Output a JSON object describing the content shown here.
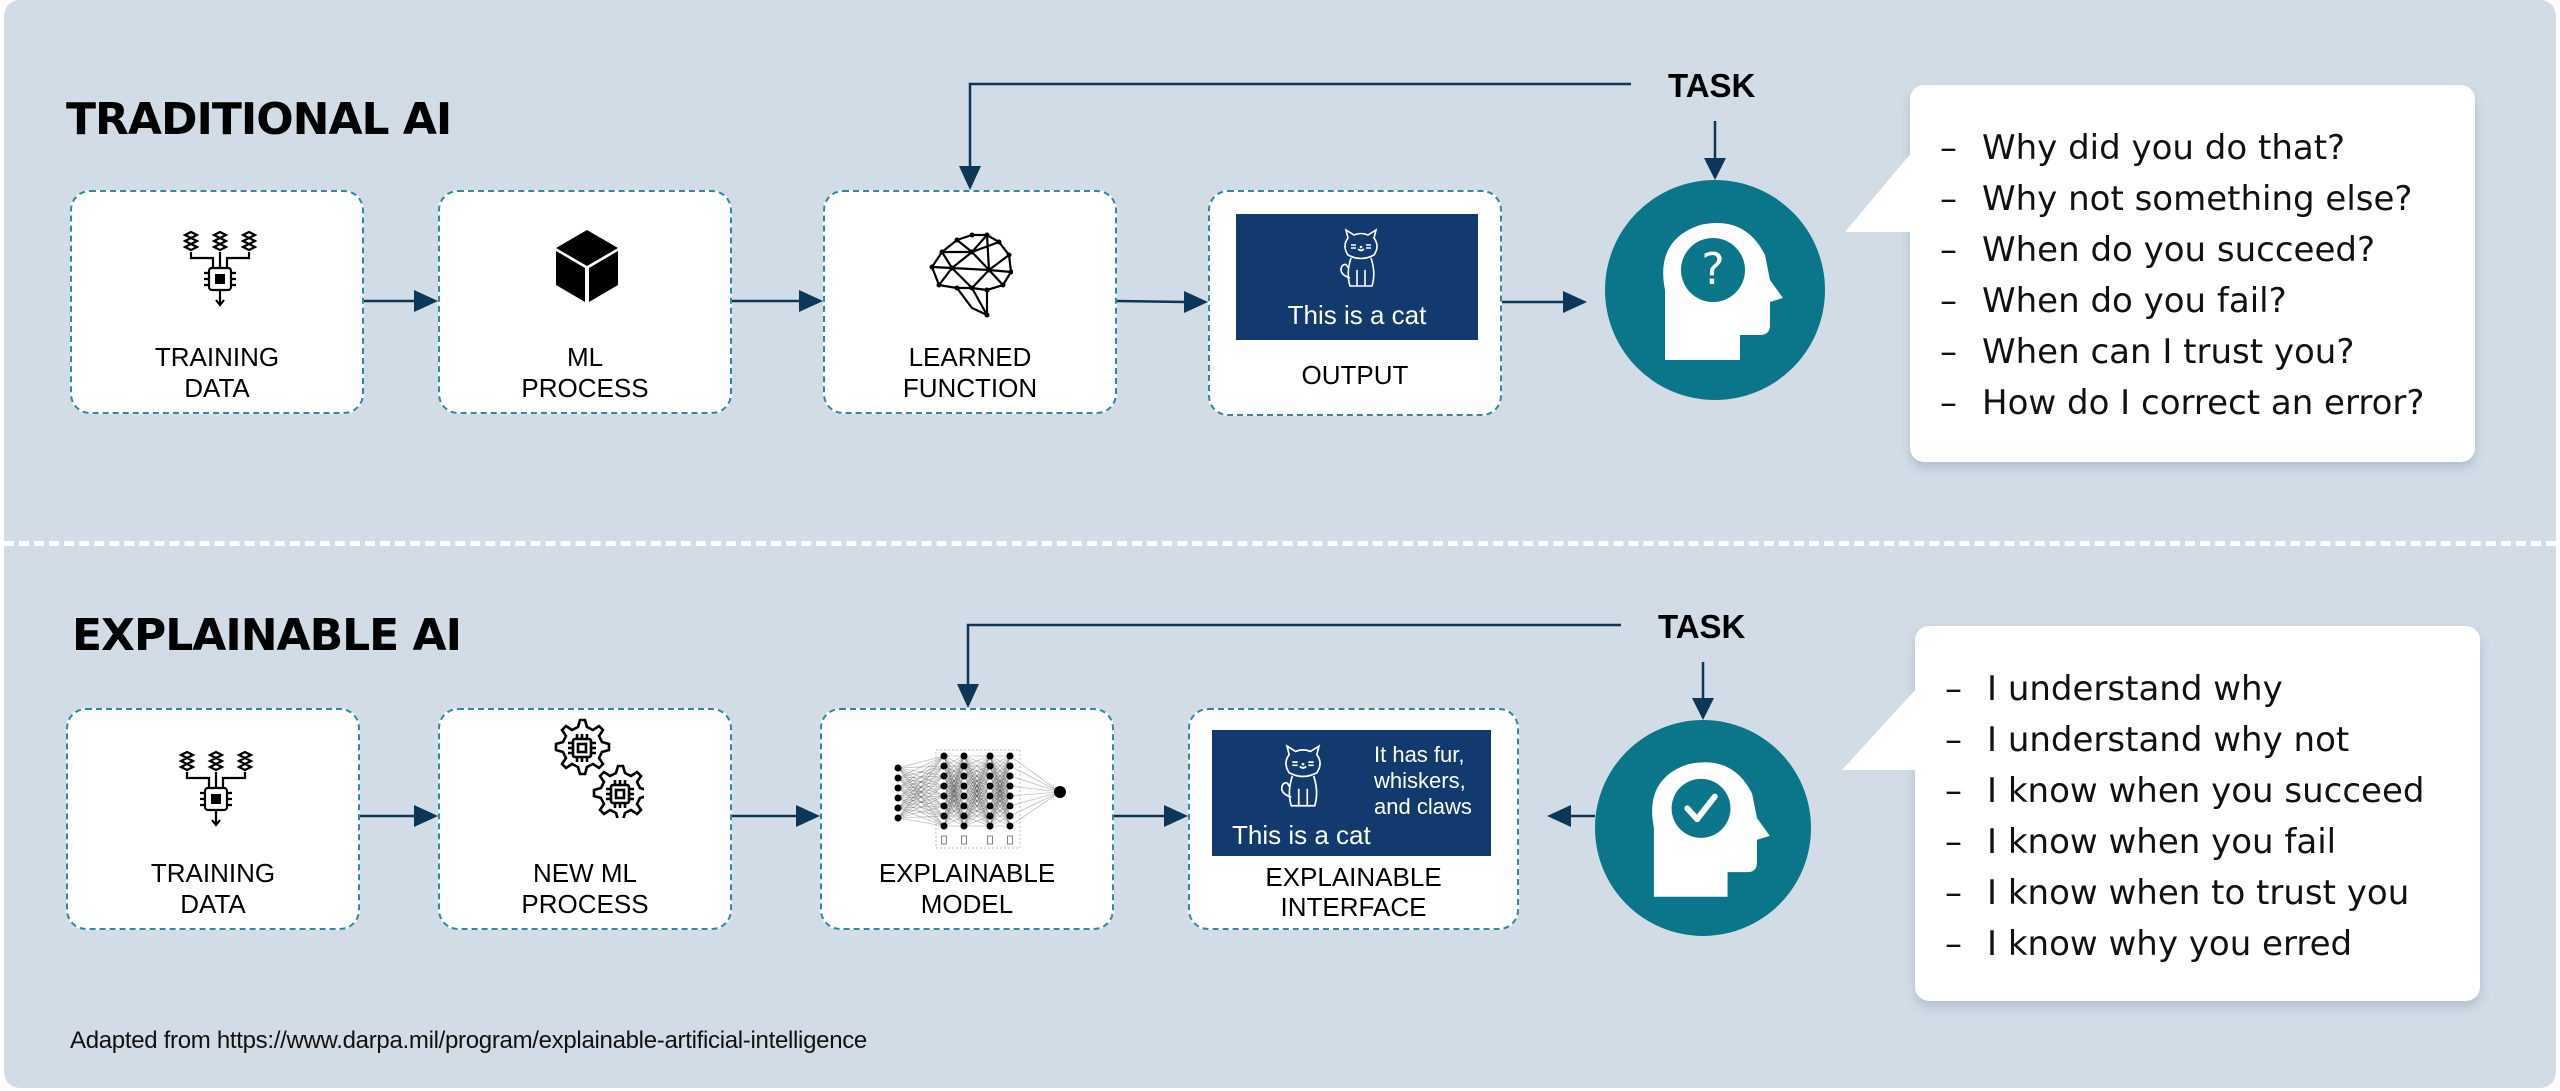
{
  "traditional": {
    "title": "TRADITIONAL AI",
    "task_label": "TASK",
    "steps": [
      {
        "line1": "TRAINING",
        "line2": "DATA",
        "icon": "training-data-chip-icon"
      },
      {
        "line1": "ML",
        "line2": "PROCESS",
        "icon": "cube-icon"
      },
      {
        "line1": "LEARNED",
        "line2": "FUNCTION",
        "icon": "brain-network-icon"
      },
      {
        "line1": "OUTPUT",
        "line2": "",
        "icon": "cat-output-image"
      }
    ],
    "output_caption": "This is a cat",
    "user_icon": "head-question-icon",
    "questions": [
      "Why did you do that?",
      "Why not something else?",
      "When do you succeed?",
      "When do you fail?",
      "When can I trust you?",
      "How do I correct an error?"
    ]
  },
  "explainable": {
    "title": "EXPLAINABLE AI",
    "task_label": "TASK",
    "steps": [
      {
        "line1": "TRAINING",
        "line2": "DATA",
        "icon": "training-data-chip-icon"
      },
      {
        "line1": "NEW ML",
        "line2": "PROCESS",
        "icon": "gears-chip-icon"
      },
      {
        "line1": "EXPLAINABLE",
        "line2": "MODEL",
        "icon": "neural-network-icon"
      },
      {
        "line1": "EXPLAINABLE",
        "line2": "INTERFACE",
        "icon": "cat-explanation-image"
      }
    ],
    "output_caption": "This is a cat",
    "explanation": [
      "It has fur,",
      "whiskers,",
      "and claws"
    ],
    "user_icon": "head-check-icon",
    "answers": [
      "I understand why",
      "I understand why not",
      "I know when you succeed",
      "I know when you fail",
      "I know when to trust you",
      "I know why you erred"
    ]
  },
  "dash_char": "–",
  "footer": "Adapted from https://www.darpa.mil/program/explainable-artificial-intelligence",
  "colors": {
    "background": "#d1dce6",
    "teal": "#0b7689",
    "navy": "#123a6e",
    "arrow": "#0d3756",
    "box_border": "#2e8aa0"
  }
}
